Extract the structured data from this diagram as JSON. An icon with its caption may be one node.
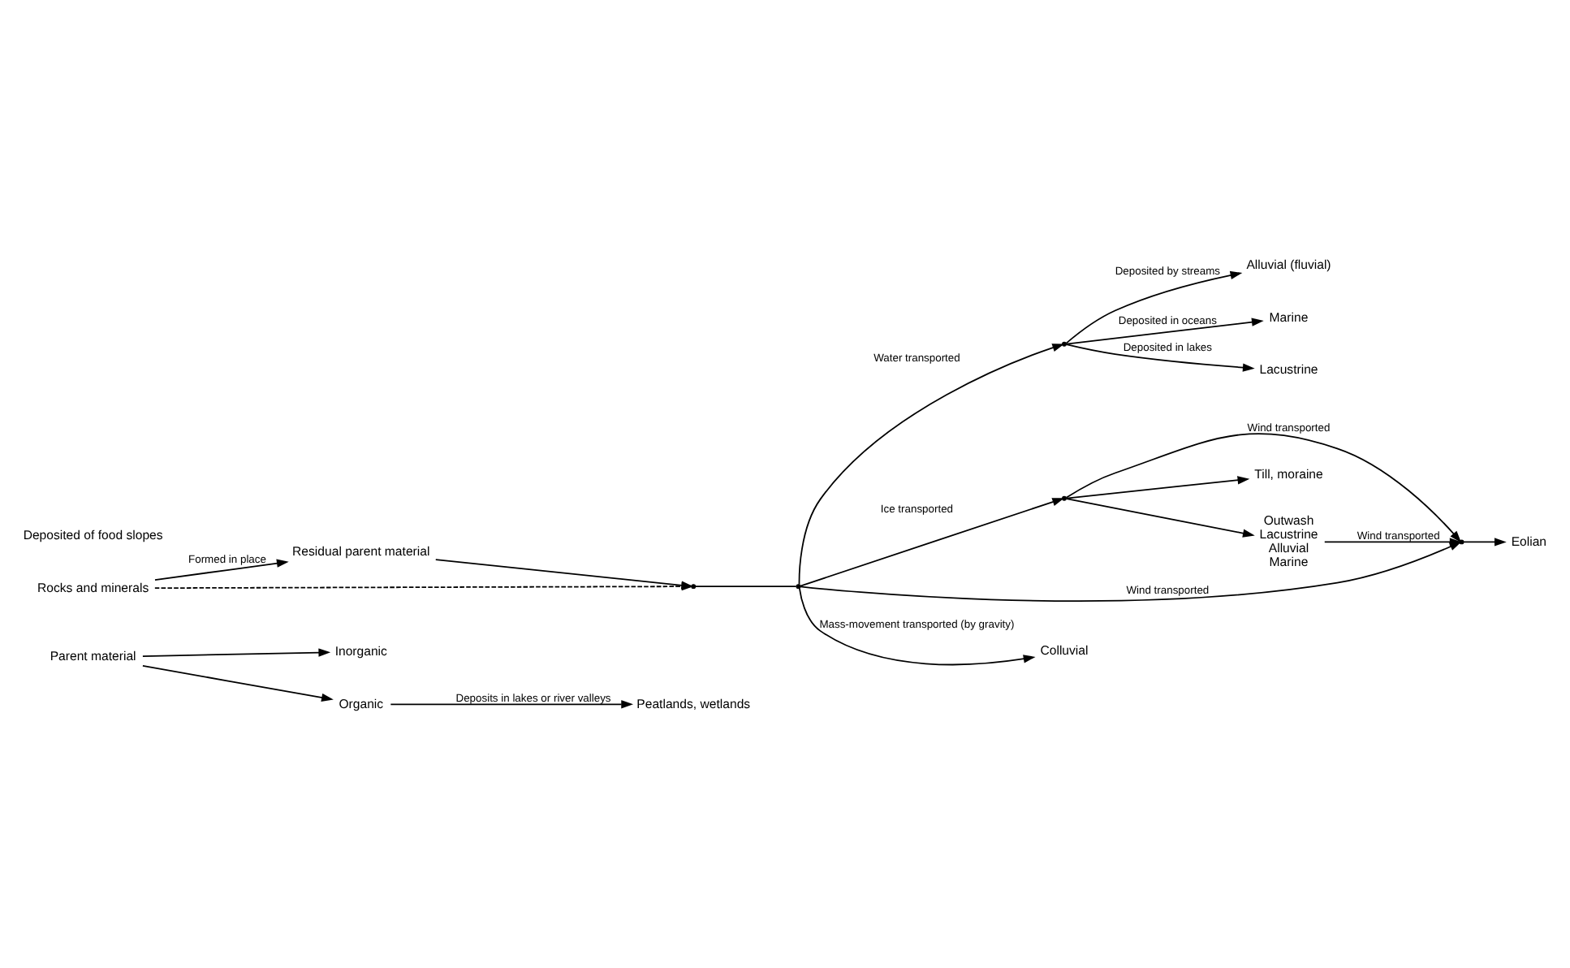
{
  "diagram": {
    "nodes": [
      {
        "text": [
          "Parent material"
        ]
      },
      {
        "text": [
          "Inorganic"
        ]
      },
      {
        "text": [
          "Rocks and minerals"
        ]
      },
      {
        "text": [
          "Residual parent material"
        ]
      },
      {
        "text": [
          "Organic"
        ]
      },
      {
        "text": [
          "Peatlands, wetlands"
        ]
      },
      {
        "text": [],
        "shape": "point"
      },
      {
        "text": [],
        "shape": "point"
      },
      {
        "text": [],
        "shape": "point"
      },
      {
        "text": [],
        "shape": "point"
      },
      {
        "text": [],
        "shape": "point"
      },
      {
        "text": [
          "Colluvial"
        ]
      },
      {
        "text": [
          "Alluvial (fluvial)"
        ]
      },
      {
        "text": [
          "Marine"
        ]
      },
      {
        "text": [
          "Lacustrine"
        ]
      },
      {
        "text": [
          "Till, moraine"
        ]
      },
      {
        "text": [
          "Outwash",
          "Lacustrine",
          "Alluvial",
          "Marine"
        ]
      },
      {
        "text": [
          "Eolian"
        ]
      }
    ],
    "edges": [
      {
        "from": 0,
        "to": 1,
        "arrow": "to"
      },
      {
        "from": 0,
        "to": 4,
        "arrow": "to"
      },
      {
        "from": 2,
        "to": 6,
        "arrow": "to",
        "style": "dashed"
      },
      {
        "from": 2,
        "to": 3,
        "arrow": "to",
        "label": "Formed in place"
      },
      {
        "from": 3,
        "to": 6,
        "arrow": "to"
      },
      {
        "from": 6,
        "to": 7,
        "arrow": "none"
      },
      {
        "from": 7,
        "to": 11,
        "arrow": "to",
        "label": "Mass-movement transported (by gravity)"
      },
      {
        "from": 7,
        "to": 8,
        "arrow": "to",
        "label": "Water transported"
      },
      {
        "from": 8,
        "to": 12,
        "arrow": "to",
        "label": "Deposited by streams"
      },
      {
        "from": 8,
        "to": 13,
        "arrow": "to",
        "label": "Deposited in oceans"
      },
      {
        "from": 8,
        "to": 14,
        "arrow": "to",
        "label": "Deposited in lakes"
      },
      {
        "from": 7,
        "to": 9,
        "arrow": "to",
        "label": "Ice transported"
      },
      {
        "from": 7,
        "to": 10,
        "arrow": "to",
        "label": "Wind transported"
      },
      {
        "from": 9,
        "to": 15,
        "arrow": "to"
      },
      {
        "from": 9,
        "to": 16,
        "arrow": "to"
      },
      {
        "from": 9,
        "to": 10,
        "arrow": "to",
        "label": "Wind transported"
      },
      {
        "from": 16,
        "to": 10,
        "arrow": "to",
        "label": "Wind transported"
      },
      {
        "from": 10,
        "to": 17,
        "arrow": "to"
      },
      {
        "from": 4,
        "to": 5,
        "arrow": "to",
        "label": "Deposits in lakes or river valleys"
      }
    ],
    "labels": [
      "Deposited of food slopes"
    ]
  }
}
